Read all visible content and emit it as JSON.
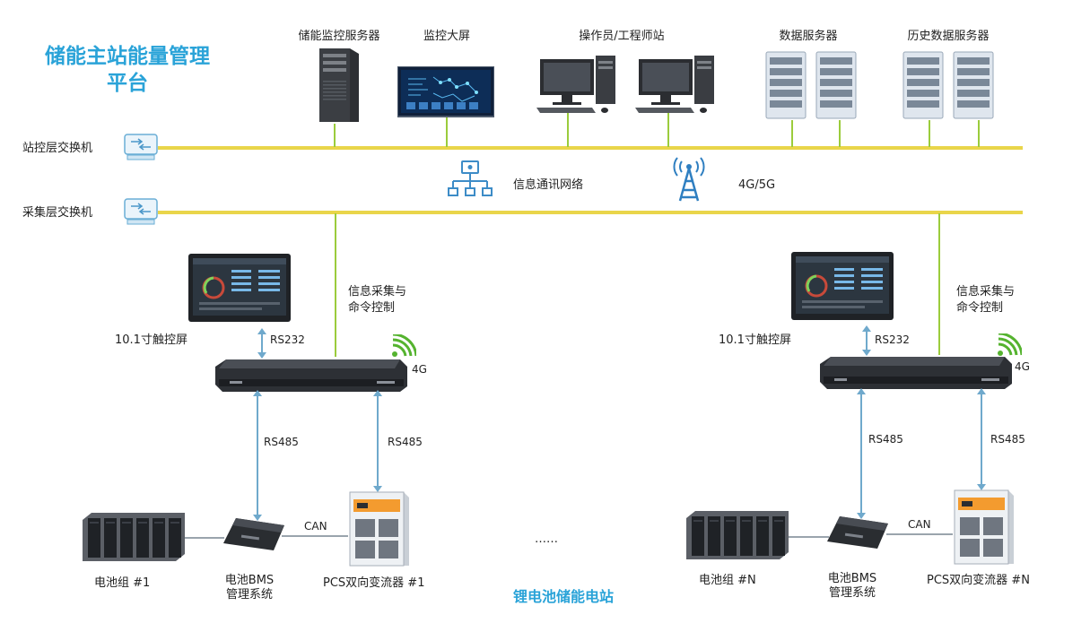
{
  "title": [
    "储能主站能量管理",
    "平台"
  ],
  "switches": {
    "station": "站控层交换机",
    "collection": "采集层交换机"
  },
  "top_devices": {
    "monitor_server": "储能监控服务器",
    "big_screen": "监控大屏",
    "operator_station": "操作员/工程师站",
    "data_server": "数据服务器",
    "history_server": "历史数据服务器"
  },
  "network": {
    "info_network": "信息通讯网络",
    "cellular": "4G/5G"
  },
  "units": [
    {
      "info_collect": [
        "信息采集与",
        "命令控制"
      ],
      "touch_screen": "10.1寸触控屏",
      "rs232": "RS232",
      "signal": "4G",
      "rs485_left": "RS485",
      "rs485_right": "RS485",
      "can": "CAN",
      "battery": "电池组 #1",
      "bms": [
        "电池BMS",
        "管理系统"
      ],
      "pcs": "PCS双向变流器 #1"
    },
    {
      "info_collect": [
        "信息采集与",
        "命令控制"
      ],
      "touch_screen": "10.1寸触控屏",
      "rs232": "RS232",
      "signal": "4G",
      "rs485_left": "RS485",
      "rs485_right": "RS485",
      "can": "CAN",
      "battery": "电池组 #N",
      "bms": [
        "电池BMS",
        "管理系统"
      ],
      "pcs": "PCS双向变流器 #N"
    }
  ],
  "ellipsis": "……",
  "station_name": "锂电池储能电站",
  "colors": {
    "bus": "#e9d54a",
    "link": "#9bcc3c",
    "title": "#2aa3d8",
    "station_name": "#2aa3d8",
    "serial_arrow": "#6fa9cc"
  }
}
